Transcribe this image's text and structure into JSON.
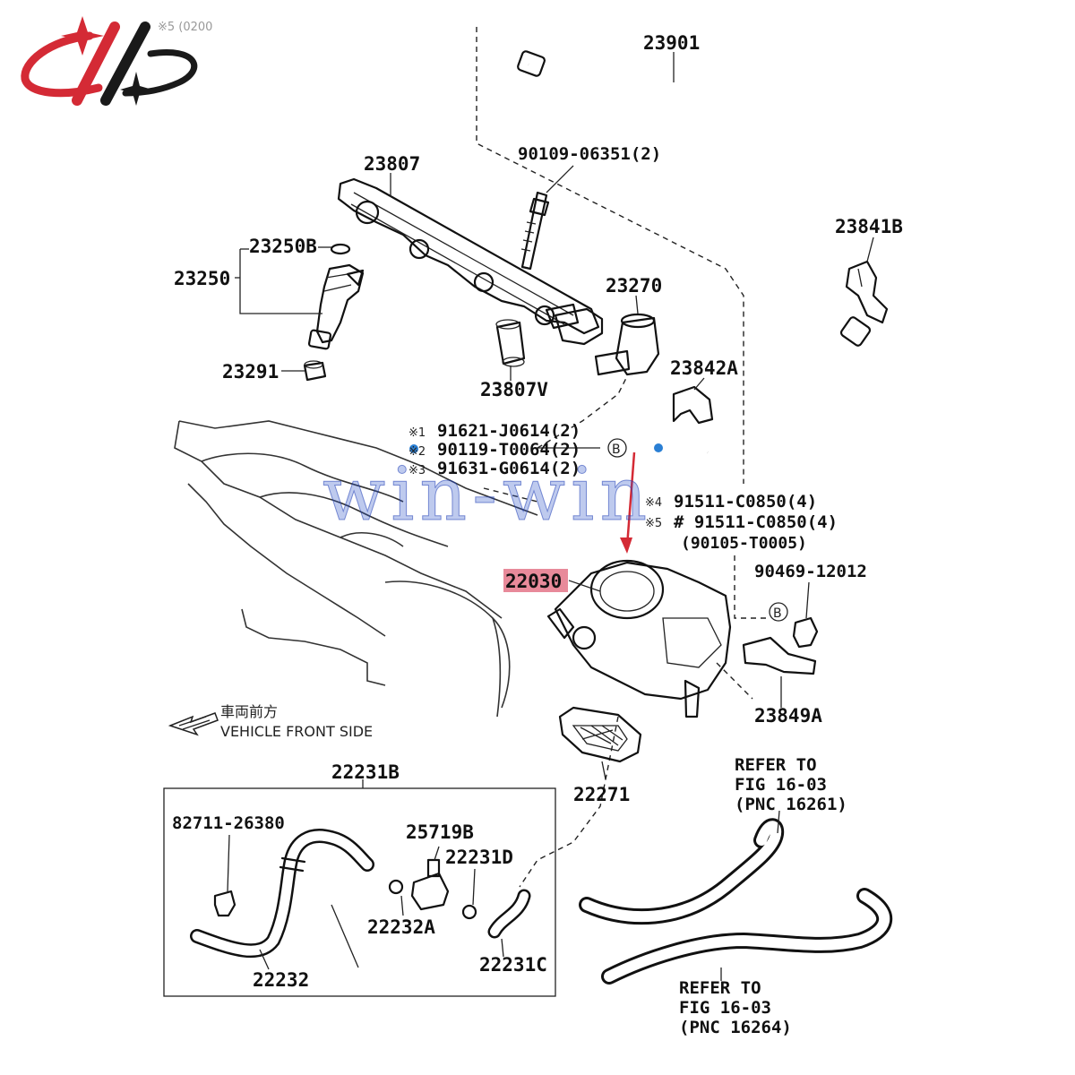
{
  "brand": {
    "accent": "#d42a35",
    "dark": "#1a1a1a"
  },
  "watermark": "win-win",
  "direction": {
    "jp": "車両前方",
    "en": "VEHICLE FRONT SIDE"
  },
  "highlight_color": "#e88a9a",
  "labels": {
    "p23901": "23901",
    "p90109": "90109-06351(2)",
    "p23807": "23807",
    "p23841B": "23841B",
    "p23250B": "23250B",
    "p23250": "23250",
    "p23270": "23270",
    "p23291": "23291",
    "p23807V": "23807V",
    "p23842A": "23842A",
    "n1_mark": "※1",
    "n1": "91621-J0614(2)",
    "n2_mark": "※2",
    "n2": "90119-T0064(2)",
    "n3_mark": "※3",
    "n3": "91631-G0614(2)",
    "n4_mark": "※4",
    "n4": "91511-C0850(4)",
    "n5_mark": "※5",
    "n5": "# 91511-C0850(4)",
    "n6": "(90105-T0005)",
    "p90469": "90469-12012",
    "p22030": "22030",
    "p23849A": "23849A",
    "p22271": "22271",
    "p22231B": "22231B",
    "p82711": "82711-26380",
    "p25719B": "25719B",
    "p22231D": "22231D",
    "p22232A": "22232A",
    "p22232": "22232",
    "p22231C": "22231C",
    "ref1_l1": "REFER TO",
    "ref1_l2": "FIG 16-03",
    "ref1_l3": "(PNC 16261)",
    "ref2_l1": "REFER TO",
    "ref2_l2": "FIG 16-03",
    "ref2_l3": "(PNC 16264)",
    "circle_b": "B",
    "top_cut": "※5 (0200"
  }
}
